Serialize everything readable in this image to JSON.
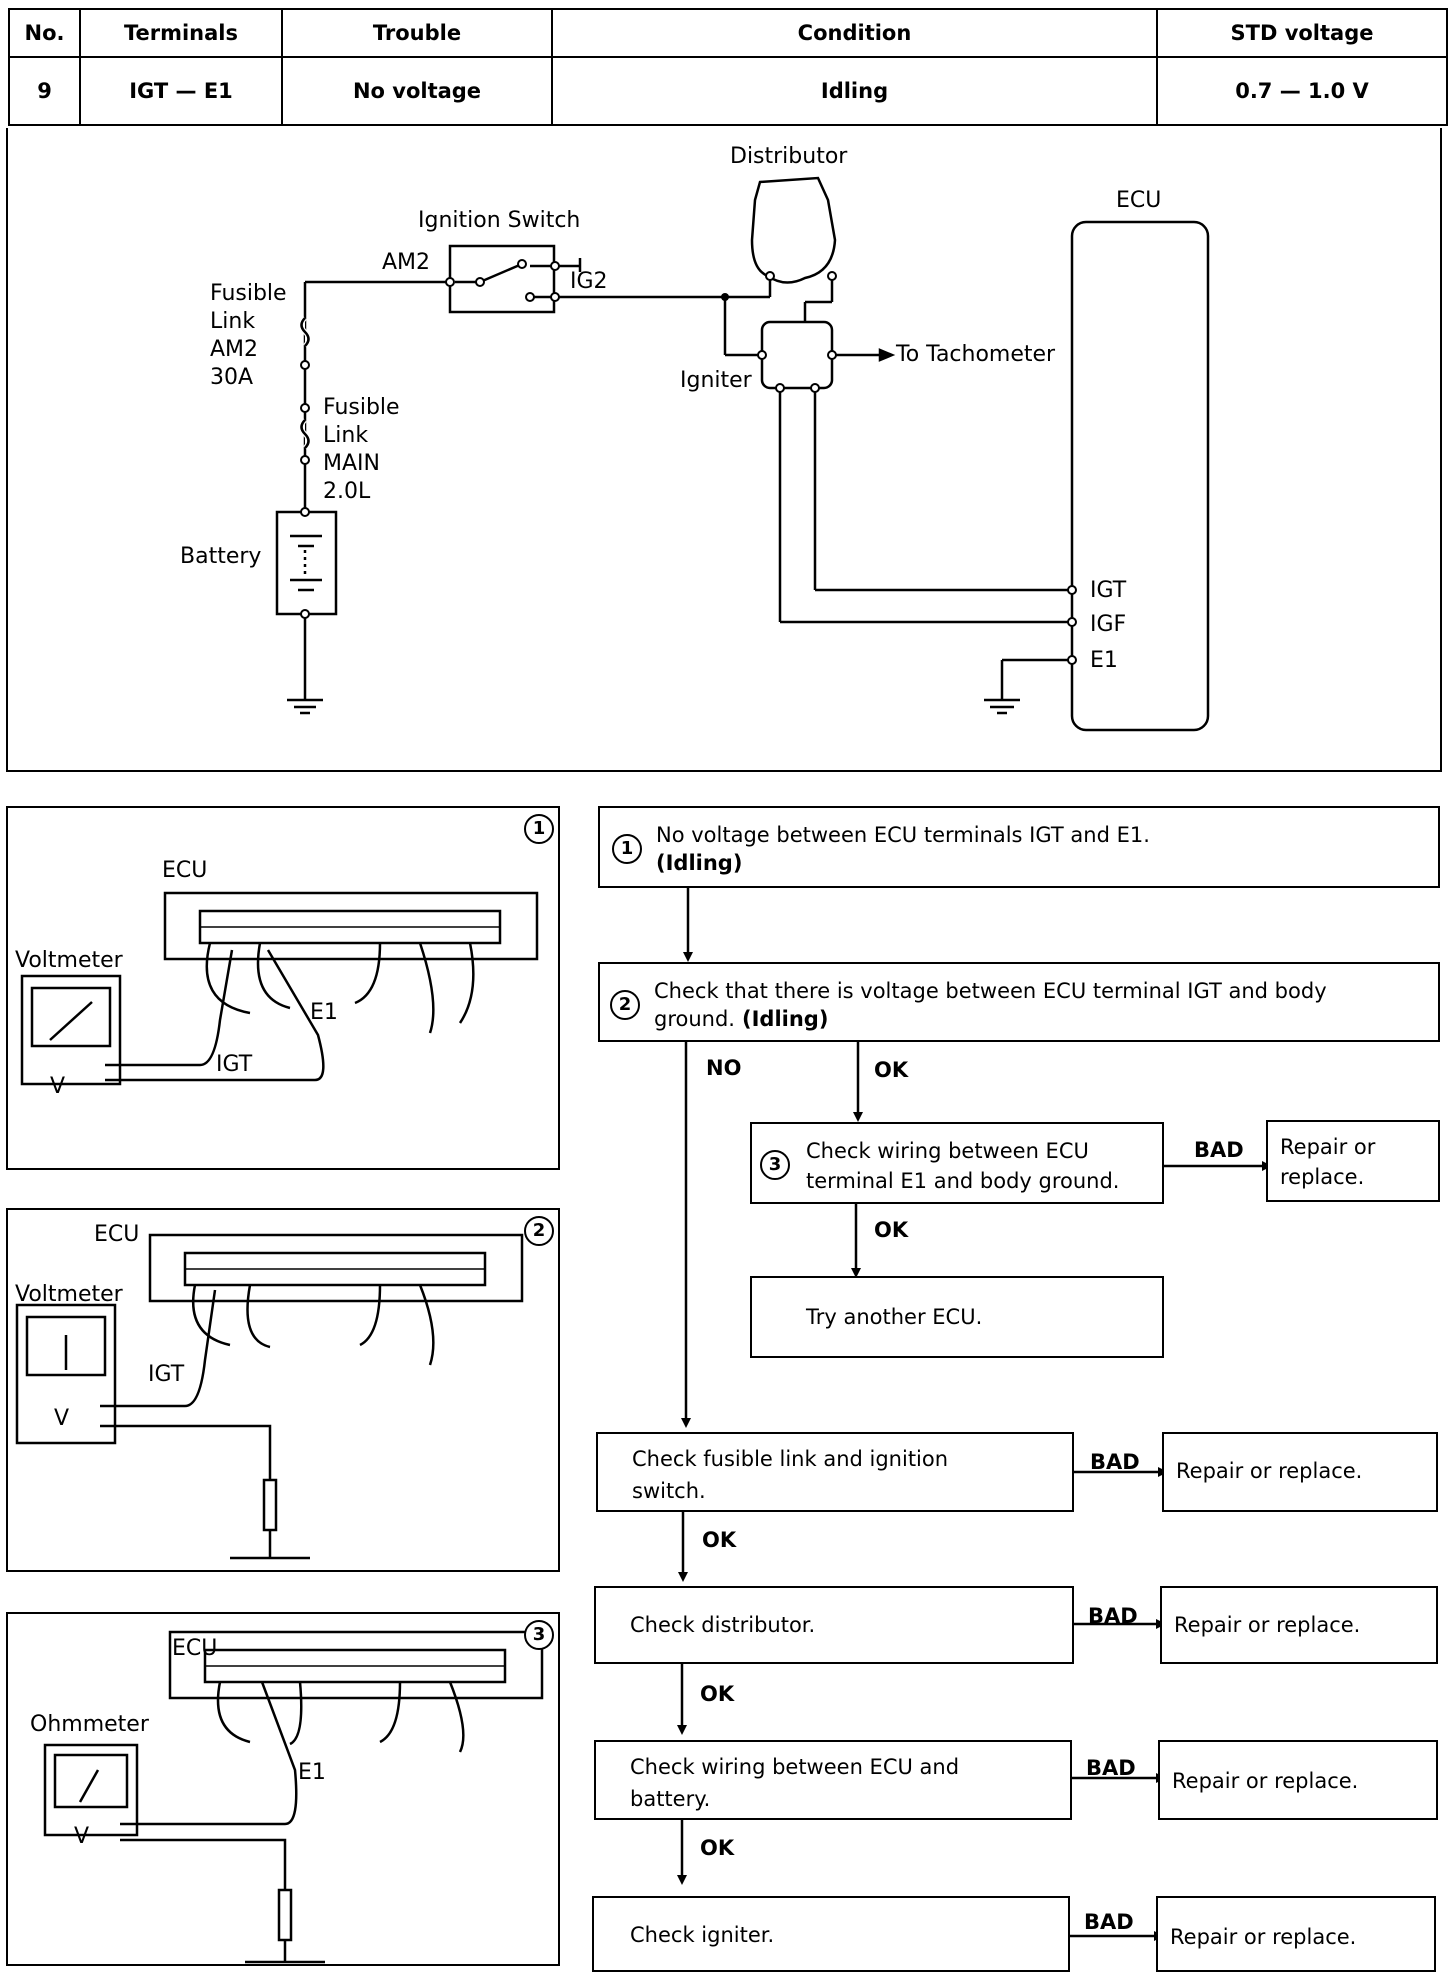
{
  "table": {
    "headers": [
      "No.",
      "Terminals",
      "Trouble",
      "Condition",
      "STD voltage"
    ],
    "row": [
      "9",
      "IGT — E1",
      "No voltage",
      "Idling",
      "0.7 — 1.0 V"
    ]
  },
  "circuit": {
    "distributor": "Distributor",
    "ecu": "ECU",
    "ignition_switch": "Ignition Switch",
    "am2": "AM2",
    "ig2": "IG2",
    "fusible_link_am2": [
      "Fusible",
      "Link",
      "AM2",
      "30A"
    ],
    "fusible_link_main": [
      "Fusible",
      "Link",
      "MAIN",
      "2.0L"
    ],
    "battery": "Battery",
    "igniter": "Igniter",
    "to_tachometer": "To Tachometer",
    "terminal_igt": "IGT",
    "terminal_igf": "IGF",
    "terminal_e1": "E1"
  },
  "panels": [
    {
      "number": "1",
      "ecu": "ECU",
      "meter": "Voltmeter",
      "probe1": "IGT",
      "probe2": "E1",
      "v": "V"
    },
    {
      "number": "2",
      "ecu": "ECU",
      "meter": "Voltmeter",
      "probe1": "IGT",
      "v": "V"
    },
    {
      "number": "3",
      "ecu": "ECU",
      "meter": "Ohmmeter",
      "probe1": "E1",
      "v": "V"
    }
  ],
  "flowchart": {
    "step1": {
      "num": "1",
      "text": "No voltage between ECU terminals IGT and E1.",
      "bold": "(Idling)"
    },
    "step2": {
      "num": "2",
      "text": "Check that there is voltage between ECU terminal IGT and body",
      "text2": "ground.",
      "bold": "(Idling)"
    },
    "step3": {
      "num": "3",
      "text": "Check wiring between ECU",
      "text2": "terminal E1 and body ground."
    },
    "no": "NO",
    "ok": "OK",
    "bad": "BAD",
    "repair_or": "Repair or",
    "replace": "replace.",
    "try_ecu": "Try another ECU.",
    "fusible": "Check fusible link and ignition",
    "fusible2": "switch.",
    "distributor": "Check distributor.",
    "wiring": "Check wiring between ECU and",
    "wiring2": "battery.",
    "igniter": "Check igniter.",
    "repair": "Repair or replace."
  }
}
